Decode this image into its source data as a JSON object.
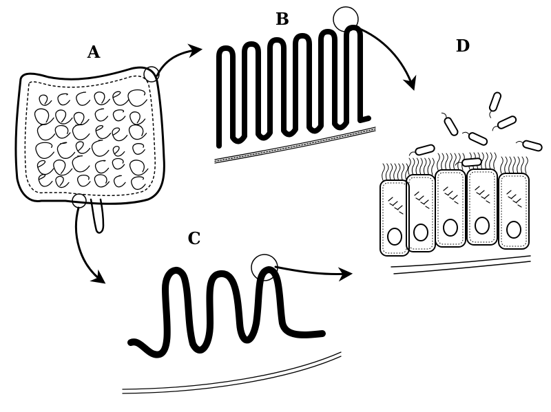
{
  "figure": {
    "panels": [
      {
        "id": "A",
        "label": "A",
        "depicts": "intestines-overview"
      },
      {
        "id": "B",
        "label": "B",
        "depicts": "villi-folded-mucosa"
      },
      {
        "id": "C",
        "label": "C",
        "depicts": "flattened-mucosa"
      },
      {
        "id": "D",
        "label": "D",
        "depicts": "epithelial-cells-with-bacteria"
      }
    ],
    "arrows": [
      {
        "from": "A",
        "to": "B"
      },
      {
        "from": "B",
        "to": "D"
      },
      {
        "from": "A",
        "to": "C"
      },
      {
        "from": "C",
        "to": "D"
      }
    ],
    "ink_color": "#000000",
    "background_color": "#ffffff"
  }
}
